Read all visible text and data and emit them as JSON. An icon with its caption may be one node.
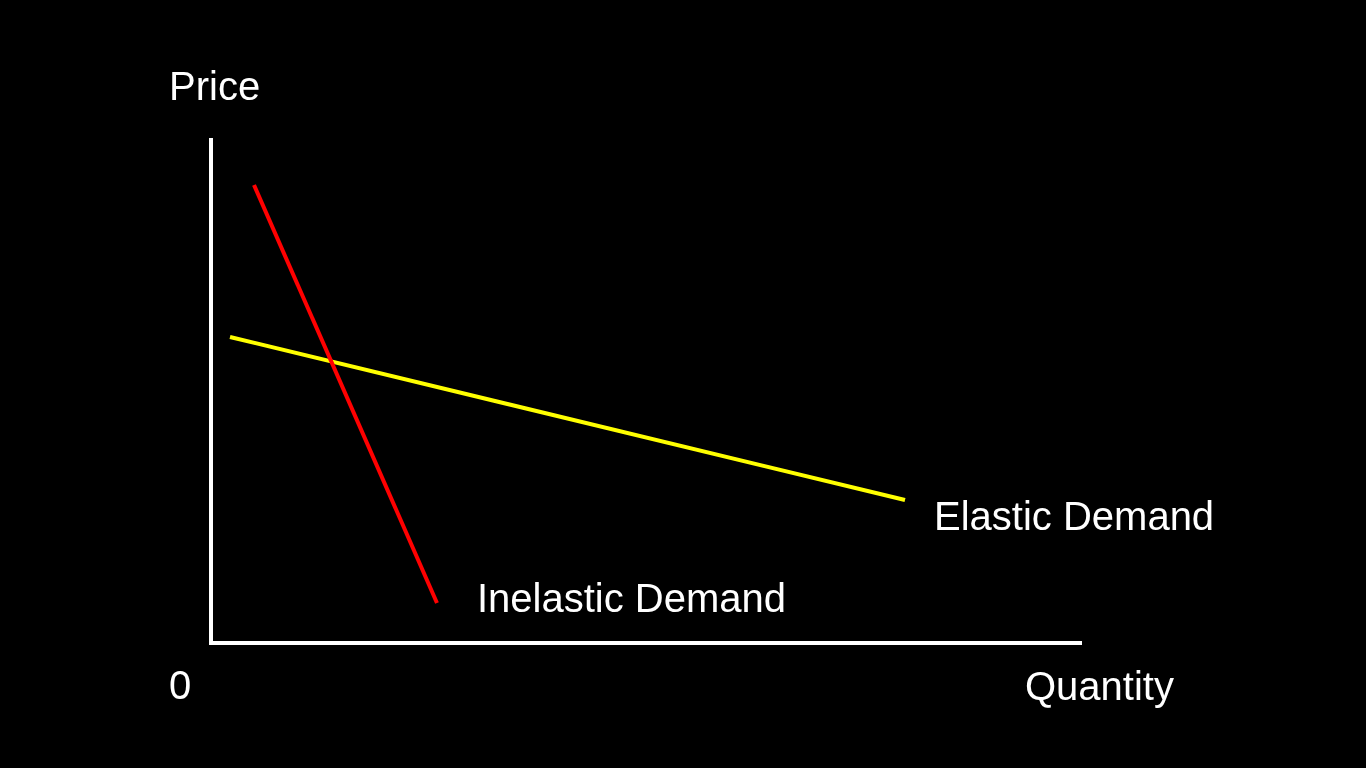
{
  "diagram": {
    "labels": [
      "Price",
      "Elastic Demand",
      "Inelastic Demand",
      "0",
      "Quantity"
    ]
  }
}
